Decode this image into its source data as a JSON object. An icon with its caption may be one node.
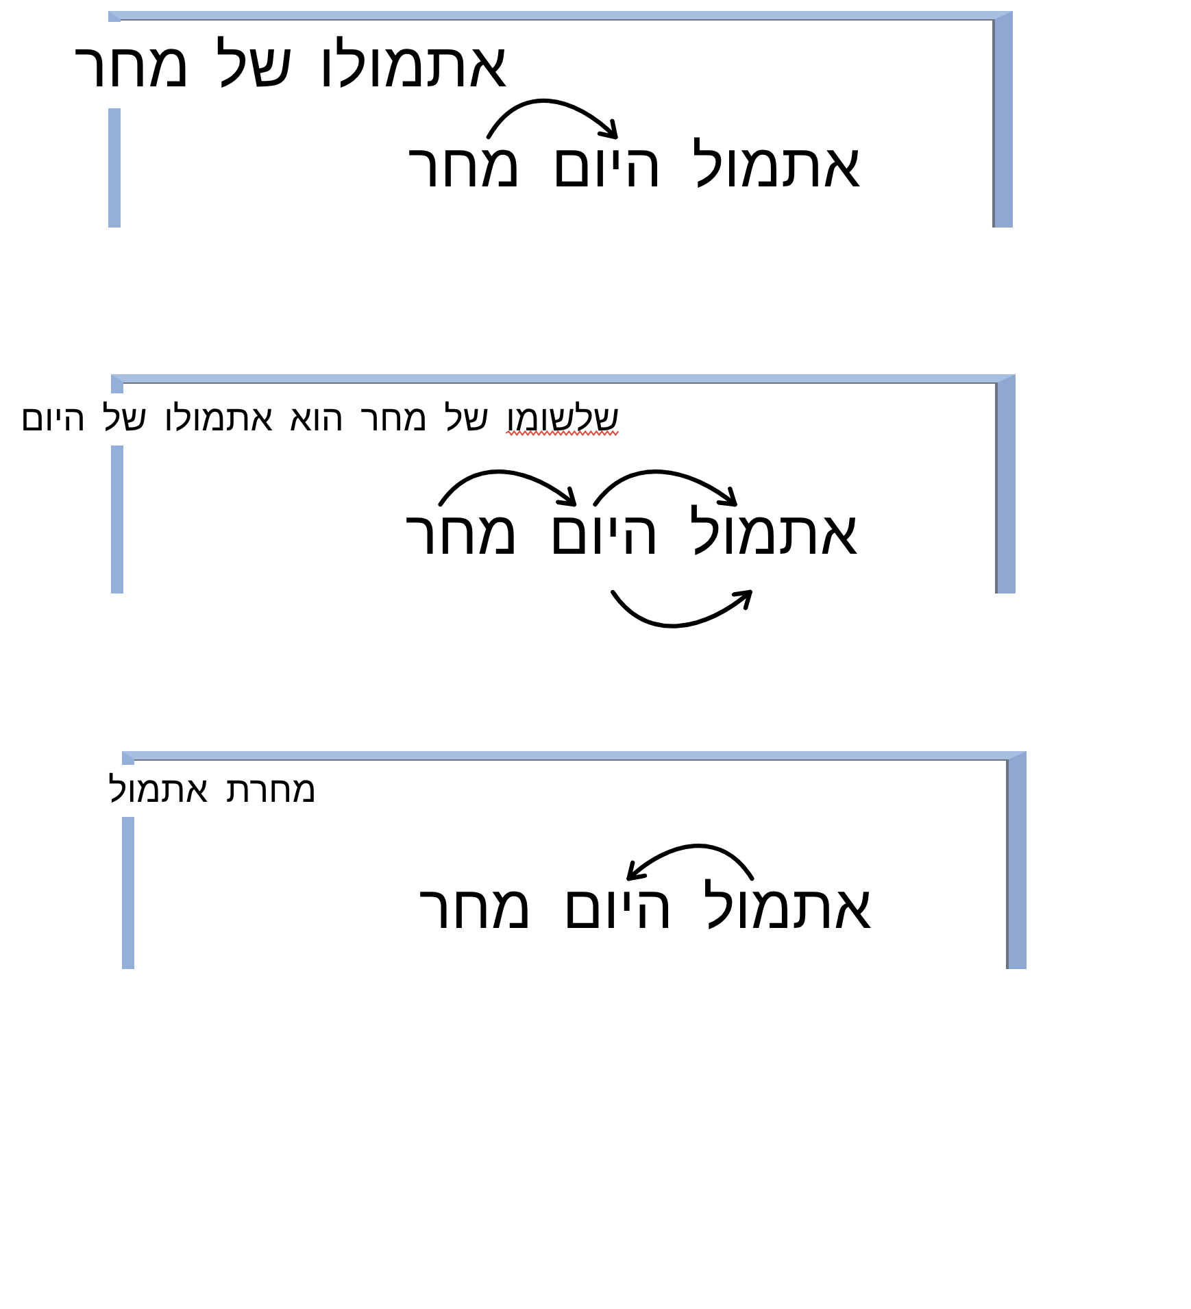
{
  "diagram": {
    "nodes": [
      {
        "text": [
          "אתמולו של מחר"
        ]
      },
      {
        "text": [
          "אתמול"
        ],
        "in": 0
      },
      {
        "text": [
          "היום"
        ],
        "in": 0
      },
      {
        "text": [
          "מחר"
        ],
        "in": 0
      },
      {
        "text": [
          "שלשומו של מחר הוא אתמולו של היום"
        ]
      },
      {
        "text": [
          "אתמול"
        ],
        "in": 4
      },
      {
        "text": [
          "היום"
        ],
        "in": 4
      },
      {
        "text": [
          "מחר"
        ],
        "in": 4
      },
      {
        "text": [
          "מחרת אתמול"
        ]
      },
      {
        "text": [
          "אתמול"
        ],
        "in": 8
      },
      {
        "text": [
          "היום"
        ],
        "in": 8
      },
      {
        "text": [
          "מחר"
        ],
        "in": 8
      }
    ],
    "edges": [
      {
        "from": 3,
        "to": 2,
        "arrow": "to"
      },
      {
        "from": 7,
        "to": 6,
        "arrow": "to"
      },
      {
        "from": 6,
        "to": 5,
        "arrow": "to"
      },
      {
        "from": 6,
        "to": 5,
        "arrow": "to"
      },
      {
        "from": 9,
        "to": 10,
        "arrow": "to"
      }
    ]
  }
}
